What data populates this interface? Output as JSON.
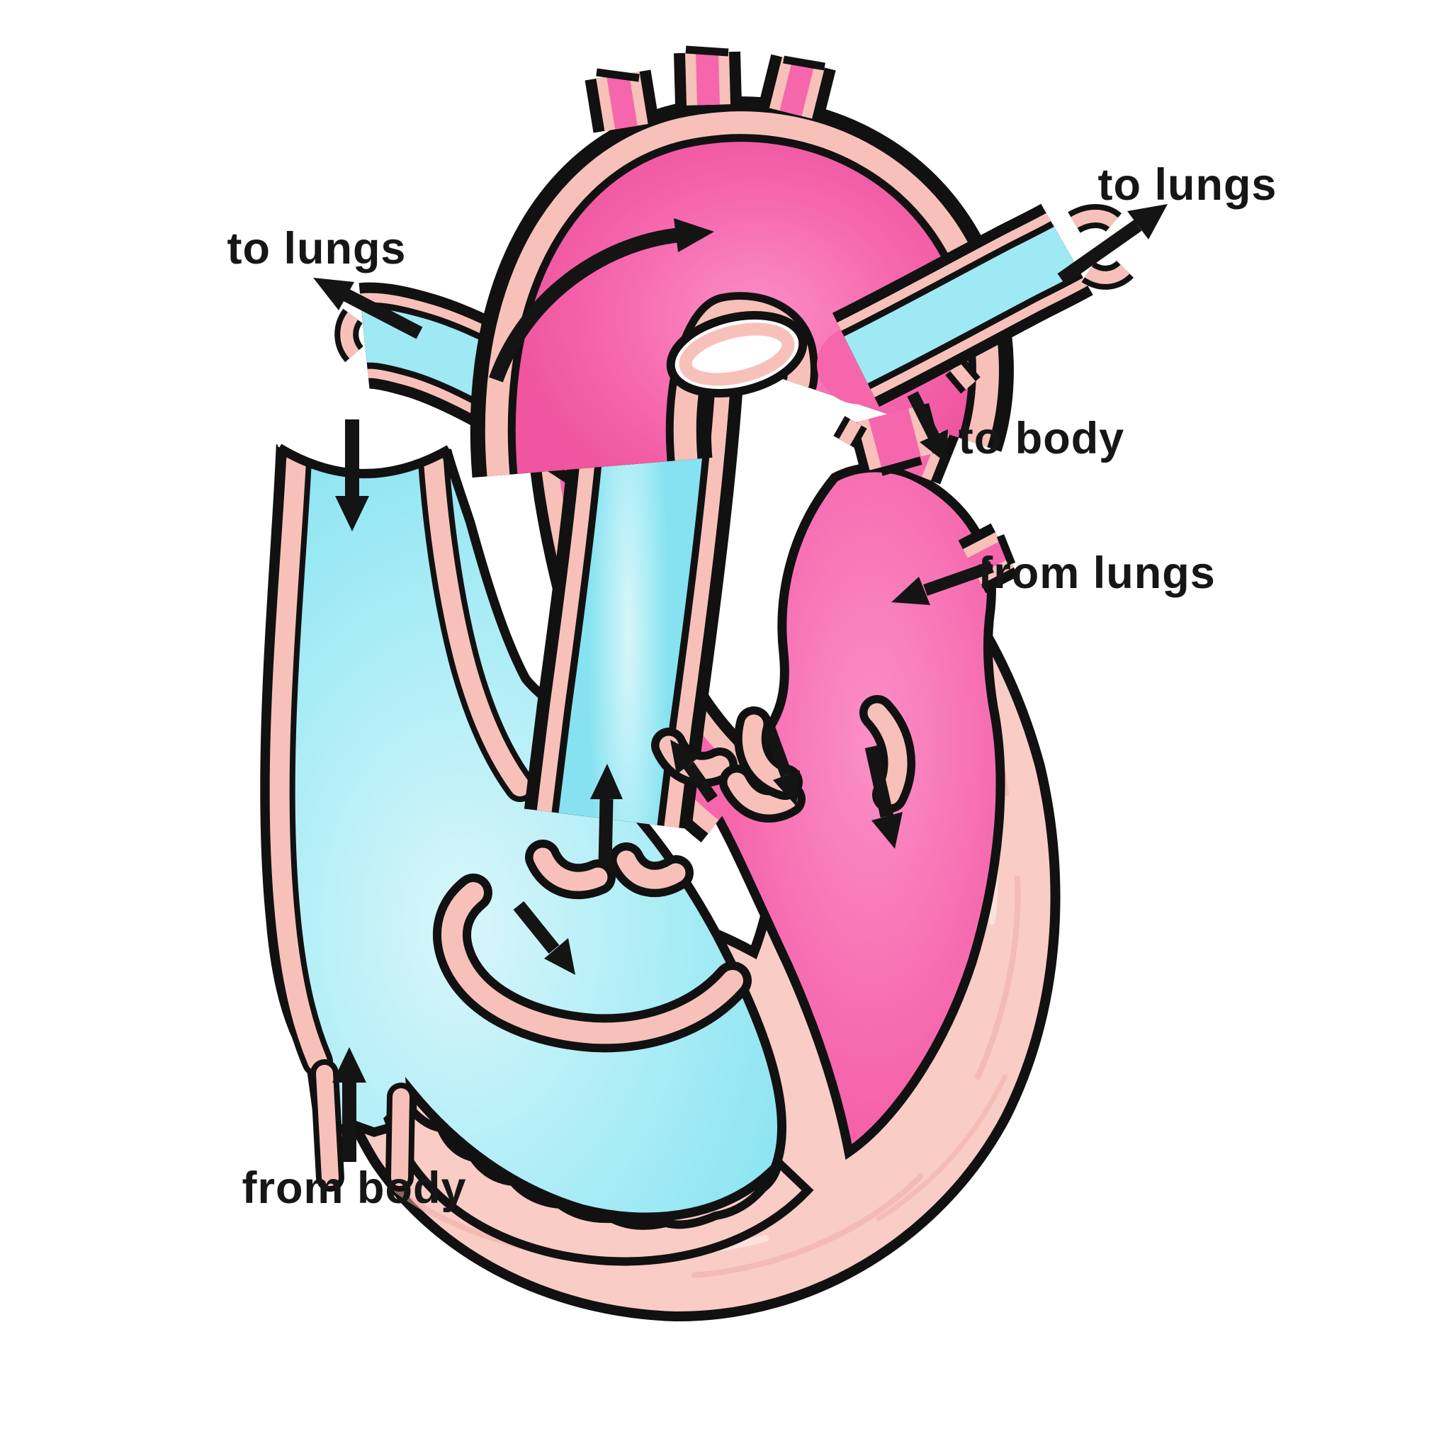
{
  "figure": {
    "type": "anatomical-diagram",
    "subject": "Cross-section of the human heart showing direction of blood flow"
  },
  "labels": {
    "to_lungs_left": "to lungs",
    "to_lungs_right": "to lungs",
    "to_body": "to body",
    "from_lungs": "from lungs",
    "from_body": "from body"
  },
  "palette": {
    "oxygenated_pink": "#f666ac",
    "oxygenated_pink_light": "#fa8fc6",
    "deoxygenated_blue": "#9fe9f4",
    "deoxygenated_blue_light": "#d8f6fa",
    "vessel_wall_pink": "#f7c1ba",
    "heart_muscle_pink": "#f9ccc5",
    "outline_black": "#111111",
    "background": "#ffffff"
  },
  "flow_arrows": [
    {
      "name": "svc-inflow-arrow",
      "glyph": "↓",
      "location": "superior vena cava"
    },
    {
      "name": "ivc-inflow-arrow",
      "glyph": "↑",
      "location": "inferior vena cava"
    },
    {
      "name": "left-pulmonary-artery-arrow",
      "glyph": "↖",
      "location": "to lungs (left)"
    },
    {
      "name": "right-pulmonary-artery-arrow",
      "glyph": "↗",
      "location": "to lungs (right)"
    },
    {
      "name": "aorta-to-body-arrow",
      "glyph": "↘",
      "location": "to body"
    },
    {
      "name": "pulmonary-vein-arrow",
      "glyph": "↙",
      "location": "from lungs"
    },
    {
      "name": "aortic-arch-curved-arrow",
      "glyph": "⟶",
      "location": "aortic arch"
    },
    {
      "name": "pulmonary-trunk-arrow",
      "glyph": "↑",
      "location": "pulmonary trunk outlet"
    },
    {
      "name": "lv-to-aorta-arrow",
      "glyph": "↖",
      "location": "left ventricle outflow"
    },
    {
      "name": "la-to-lv-arrow-left",
      "glyph": "↘",
      "location": "mitral valve"
    },
    {
      "name": "la-to-lv-arrow-main",
      "glyph": "↓",
      "location": "left atrium to left ventricle"
    },
    {
      "name": "ra-to-rv-arrow",
      "glyph": "↘",
      "location": "tricuspid valve"
    }
  ]
}
